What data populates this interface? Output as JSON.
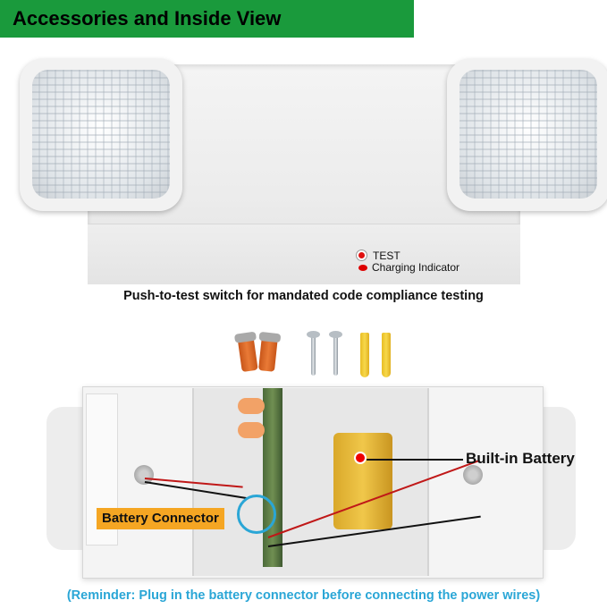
{
  "banner": {
    "title": "Accessories and Inside View"
  },
  "fixture_labels": {
    "test": "TEST",
    "charging": "Charging Indicator"
  },
  "caption": "Push-to-test switch for mandated code compliance testing",
  "inside_labels": {
    "battery_connector": "Battery Connector",
    "built_in_battery": "Built-in Battery"
  },
  "reminder": "(Reminder: Plug in the battery connector before connecting the power wires)",
  "colors": {
    "banner_bg": "#1a9a3c",
    "reminder_text": "#2aa6d6",
    "connector_tag_bg": "#f5a623",
    "indicator_red": "#e01010"
  }
}
